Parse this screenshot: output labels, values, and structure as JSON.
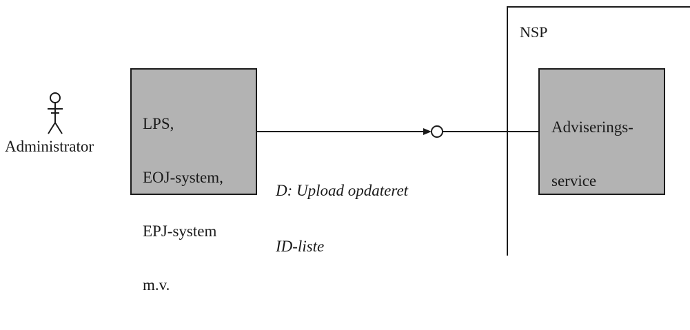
{
  "actor": {
    "name": "Administrator",
    "icon": "stick-figure-icon"
  },
  "source_system": {
    "lines": [
      "LPS,",
      "EOJ-system,",
      "EPJ-system",
      "m.v."
    ],
    "fill": "#b3b3b3"
  },
  "boundary": {
    "label": "NSP"
  },
  "target_service": {
    "lines": [
      "Adviserings-",
      "service"
    ],
    "fill": "#b3b3b3"
  },
  "message": {
    "lines": [
      "D: Upload opdateret",
      "ID-liste"
    ]
  },
  "interface": {
    "icon": "lollipop-interface-icon"
  }
}
